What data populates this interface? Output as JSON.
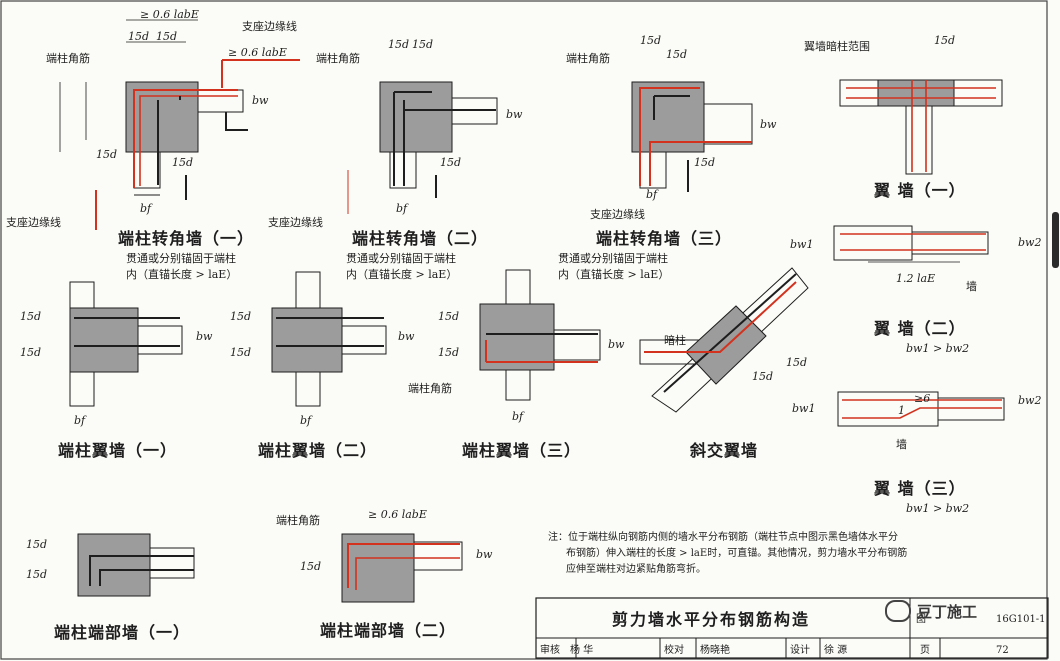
{
  "figure_title": "剪力墙水平分布钢筋构造",
  "captions": {
    "c1": "端柱转角墙（一）",
    "c2": "端柱转角墙（二）",
    "c3": "端柱转角墙（三）",
    "c4": "翼 墙（一）",
    "c5": "翼 墙（二）",
    "c6": "翼 墙（三）",
    "c7": "端柱翼墙（一）",
    "c8": "端柱翼墙（二）",
    "c9": "端柱翼墙（三）",
    "c10": "斜交翼墙",
    "c11": "端柱端部墙（一）",
    "c12": "端柱端部墙（二）"
  },
  "labels": {
    "end_col_corner": "端柱角筋",
    "support_edge": "支座边缘线",
    "wing_hidden_col": "翼墙暗柱范围",
    "anchor_note": "贯通或分别锚固于端柱",
    "anchor_note2": "内（直锚长度 > laE）",
    "hidden_col": "暗柱",
    "wall": "墙",
    "ratio": "bw1 > bw2"
  },
  "dims": {
    "d15": "15d",
    "lab": "≥ 0.6 labE",
    "bf": "bf",
    "bw": "bw",
    "bw1": "bw1",
    "bw2": "bw2",
    "le": "1.2 laE",
    "six": "≥6",
    "one": "1"
  },
  "footnote": [
    "注：位于端柱纵向钢筋内侧的墙水平分布钢筋（端柱节点中图示黑色墙体水平分",
    "布钢筋）伸入端柱的长度 > laE时，可直锚。其他情况，剪力墙水平分布钢筋",
    "应伸至端柱对边紧贴角筋弯折。"
  ],
  "title_block": {
    "review": "审核",
    "reviewer": "杨 华",
    "check": "校对",
    "checker": "杨晓艳",
    "design": "设计",
    "designer": "徐 源",
    "page_label": "页",
    "page": "72",
    "atlas_no": "16G101-1",
    "tu": "图"
  },
  "watermark": "豆丁施工",
  "colors": {
    "rebar_red": "#d2321e",
    "hatch": "#9c9c9c",
    "line": "#1e1e1e"
  }
}
